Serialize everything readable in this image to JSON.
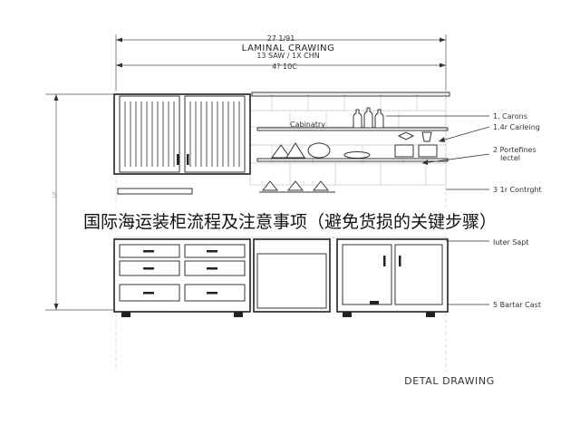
{
  "overlay_caption": "国际海运装柜流程及注意事项（避免货损的关键步骤）",
  "drawing": {
    "header_top": "27 1/91",
    "title_line1": "LAMINAL CRAWING",
    "title_line2": "13 SAW / 1X CHN",
    "header_bottom": "4? 10C",
    "left_dim": "5",
    "shelf_label": "Cabinatry",
    "footer": "DETAL DRAWING"
  },
  "callouts": [
    {
      "text": "1. Carons"
    },
    {
      "text": "1.4r Carleing"
    },
    {
      "text": "2 Portefines"
    },
    {
      "text": "Iectel"
    },
    {
      "text": "3 1r Contrght"
    },
    {
      "text": "Iuter Sapt"
    },
    {
      "text": "5 Bartar Cast"
    }
  ],
  "colors": {
    "line": "#333333",
    "faint": "#c8c8c8",
    "background": "#ffffff"
  }
}
